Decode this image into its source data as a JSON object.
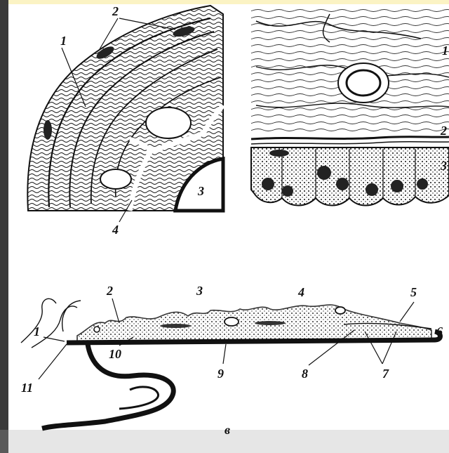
{
  "panel_a": {
    "labels": [
      "1",
      "2",
      "3",
      "4"
    ]
  },
  "panel_b": {
    "labels": [
      "1",
      "2",
      "3"
    ]
  },
  "panel_c": {
    "labels": [
      "1",
      "2",
      "3",
      "4",
      "5",
      "6",
      "7",
      "8",
      "9",
      "10",
      "11"
    ],
    "caption": "в"
  },
  "colors": {
    "ink": "#111111",
    "paper": "#ffffff",
    "side_bar": "#3a3a3a"
  }
}
